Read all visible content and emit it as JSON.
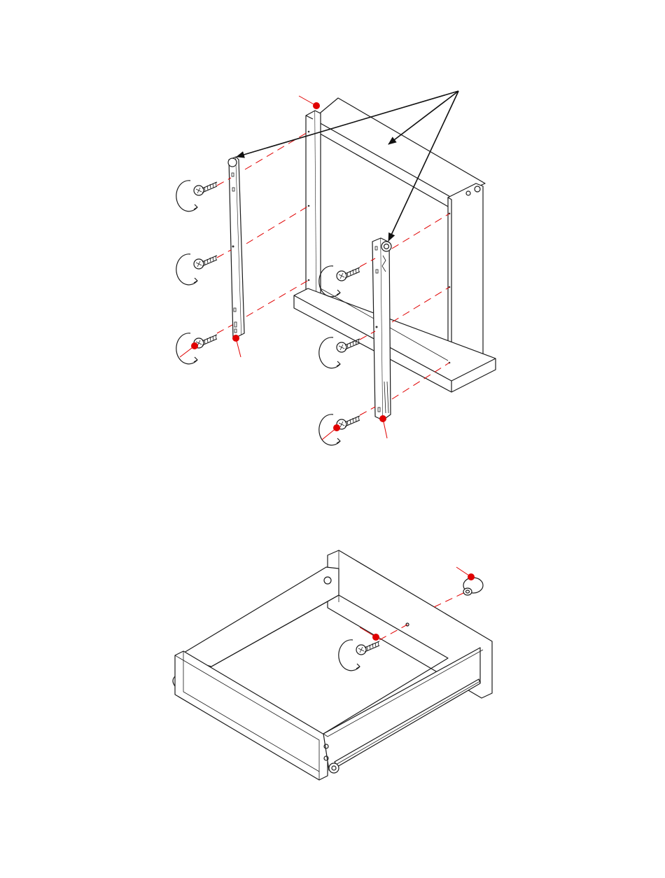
{
  "figure": {
    "colors": {
      "line": "#1a1a1a",
      "callout": "#e00000",
      "guide": "#e00000",
      "background": "#ffffff"
    },
    "icons": [
      "screw-icon",
      "rotate-arrow-icon",
      "drawer-slide-rail-icon",
      "roller-wheel-icon",
      "callout-dot-icon",
      "cam-lock-icon"
    ],
    "panels": [
      {
        "name": "cabinet-frame-slide-installation",
        "callout_dots": 5,
        "screws": 6,
        "rails": 2
      },
      {
        "name": "drawer-box-assembly",
        "callout_dots": 2,
        "screws": 1,
        "rails": 1
      }
    ]
  }
}
